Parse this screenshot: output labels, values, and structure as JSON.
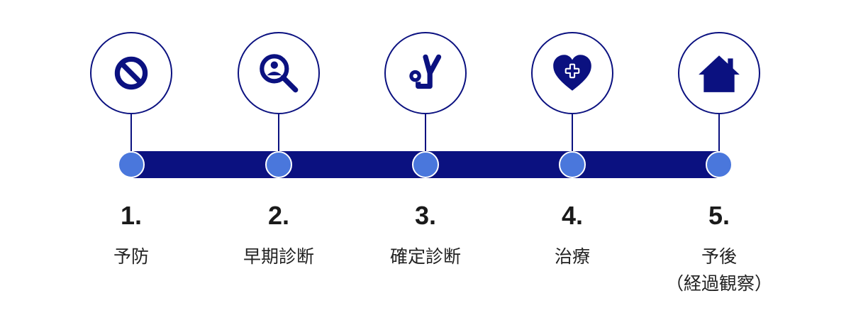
{
  "colors": {
    "bar": "#0b1180",
    "dot": "#4a77dc",
    "icon": "#0b1180"
  },
  "stages": [
    {
      "number": "1.",
      "label": "予防",
      "sublabel": "",
      "icon": "prohibited-icon"
    },
    {
      "number": "2.",
      "label": "早期診断",
      "sublabel": "",
      "icon": "search-person-icon"
    },
    {
      "number": "3.",
      "label": "確定診断",
      "sublabel": "",
      "icon": "stethoscope-icon"
    },
    {
      "number": "4.",
      "label": "治療",
      "sublabel": "",
      "icon": "heart-cross-icon"
    },
    {
      "number": "5.",
      "label": "予後",
      "sublabel": "（経過観察）",
      "icon": "house-icon"
    }
  ]
}
